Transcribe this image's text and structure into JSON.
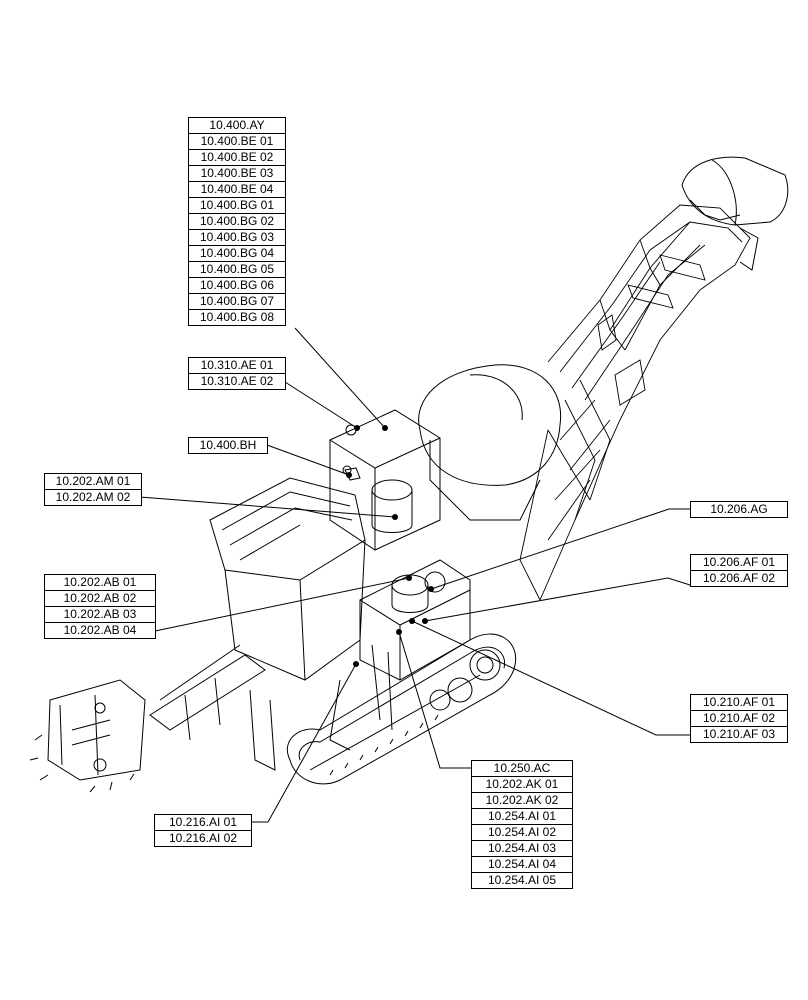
{
  "callouts": {
    "g_top": [
      "10.400.AY",
      "10.400.BE 01",
      "10.400.BE 02",
      "10.400.BE 03",
      "10.400.BE 04",
      "10.400.BG 01",
      "10.400.BG 02",
      "10.400.BG 03",
      "10.400.BG 04",
      "10.400.BG 05",
      "10.400.BG 06",
      "10.400.BG 07",
      "10.400.BG 08"
    ],
    "g_310": [
      "10.310.AE 01",
      "10.310.AE 02"
    ],
    "g_bh": [
      "10.400.BH"
    ],
    "g_am": [
      "10.202.AM 01",
      "10.202.AM 02"
    ],
    "g_ab": [
      "10.202.AB 01",
      "10.202.AB 02",
      "10.202.AB 03",
      "10.202.AB 04"
    ],
    "g_ag": [
      "10.206.AG"
    ],
    "g_af206": [
      "10.206.AF 01",
      "10.206.AF 02"
    ],
    "g_af210": [
      "10.210.AF 01",
      "10.210.AF 02",
      "10.210.AF 03"
    ],
    "g_250": [
      "10.250.AC",
      "10.202.AK 01",
      "10.202.AK 02",
      "10.254.AI 01",
      "10.254.AI 02",
      "10.254.AI 03",
      "10.254.AI 04",
      "10.254.AI 05"
    ],
    "g_216": [
      "10.216.AI 01",
      "10.216.AI 02"
    ]
  }
}
